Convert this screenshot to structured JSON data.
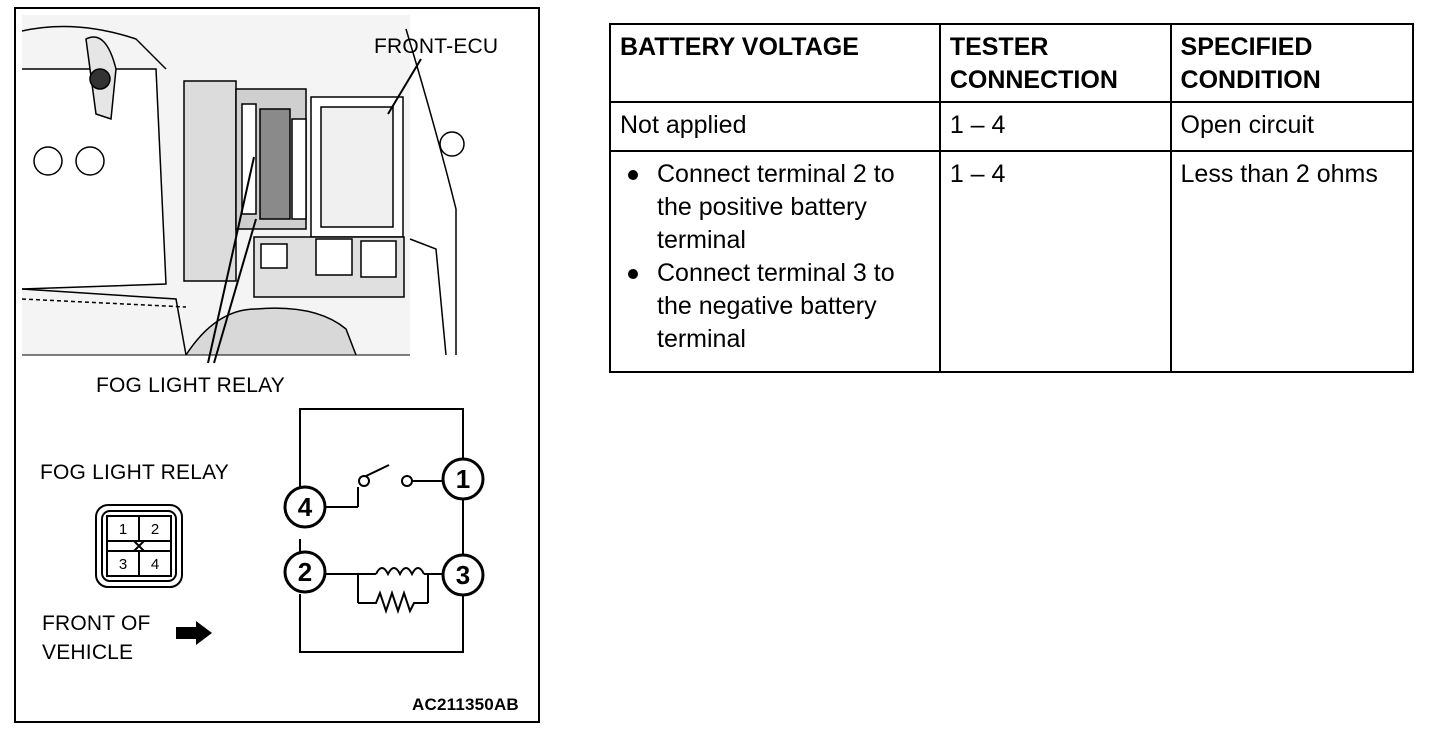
{
  "figure": {
    "labels": {
      "front_ecu": "FRONT-ECU",
      "fog_light_relay_photo": "FOG LIGHT RELAY",
      "fog_light_relay_connector": "FOG LIGHT RELAY",
      "front_of_vehicle_line1": "FRONT OF",
      "front_of_vehicle_line2": "VEHICLE",
      "figure_code": "AC211350AB"
    },
    "connector_pins": [
      "1",
      "2",
      "3",
      "4"
    ],
    "schematic_terminals": [
      "1",
      "2",
      "3",
      "4"
    ],
    "icons": [
      "arrow-right-icon"
    ]
  },
  "table": {
    "headers": [
      {
        "line1": "BATTERY VOLTAGE",
        "line2": ""
      },
      {
        "line1": "TESTER",
        "line2": "CONNECTION"
      },
      {
        "line1": "SPECIFIED",
        "line2": "CONDITION"
      }
    ],
    "rows": [
      {
        "battery_voltage": "Not applied",
        "tester_connection": "1 – 4",
        "specified_condition": "Open circuit"
      },
      {
        "battery_voltage_bullets": [
          "Connect terminal 2 to the positive battery terminal",
          "Connect terminal 3 to the negative battery terminal"
        ],
        "tester_connection": "1 – 4",
        "specified_condition": "Less than 2 ohms"
      }
    ]
  }
}
